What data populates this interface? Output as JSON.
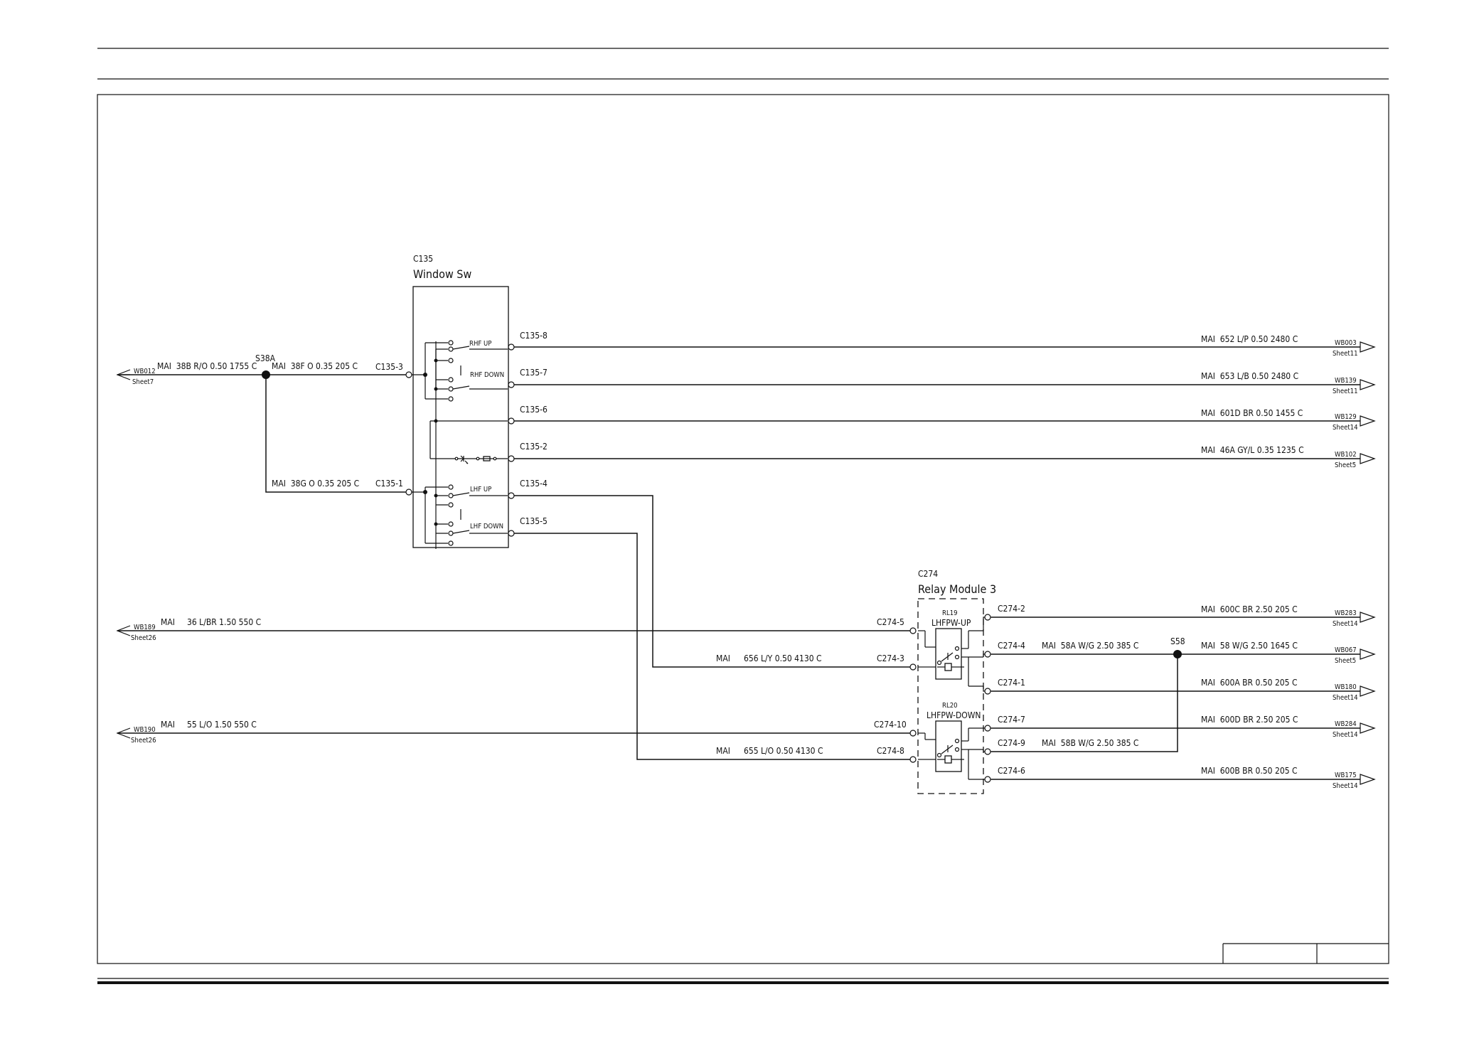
{
  "components": {
    "switch": {
      "ref": "C135",
      "name": "Window Sw"
    },
    "relay_module": {
      "ref": "C274",
      "name": "Relay Module 3"
    },
    "relay1": {
      "ref": "RL19",
      "name": "LHFPW-UP"
    },
    "relay2": {
      "ref": "RL20",
      "name": "LHFPW-DOWN"
    }
  },
  "switch_labels": {
    "rhf_up": "RHF UP",
    "rhf_down": "RHF DOWN",
    "lhf_up": "LHF UP",
    "lhf_down": "LHF DOWN"
  },
  "splices": {
    "s38a": "S38A",
    "s58": "S58"
  },
  "pins": {
    "c135_3": "C135-3",
    "c135_1": "C135-1",
    "c135_8": "C135-8",
    "c135_7": "C135-7",
    "c135_6": "C135-6",
    "c135_2": "C135-2",
    "c135_4": "C135-4",
    "c135_5": "C135-5",
    "c274_5": "C274-5",
    "c274_3": "C274-3",
    "c274_10": "C274-10",
    "c274_8": "C274-8",
    "c274_2": "C274-2",
    "c274_4": "C274-4",
    "c274_1": "C274-1",
    "c274_7": "C274-7",
    "c274_9": "C274-9",
    "c274_6": "C274-6"
  },
  "wires": {
    "w38b": "MAI  38B R/O 0.50 1755 C",
    "w38f": "MAI  38F O 0.35 205 C",
    "w38g": "MAI  38G O 0.35 205 C",
    "w652": "MAI  652 L/P 0.50 2480 C",
    "w653": "MAI  653 L/B 0.50 2480 C",
    "w601d": "MAI  601D BR 0.50 1455 C",
    "w46a": "MAI  46A GY/L 0.35 1235 C",
    "w36": "MAI     36 L/BR 1.50 550 C",
    "w656_mai": "MAI",
    "w656": "656 L/Y 0.50 4130 C",
    "w55": "MAI     55 L/O 1.50 550 C",
    "w655_mai": "MAI",
    "w655": "655 L/O 0.50 4130 C",
    "w600c": "MAI  600C BR 2.50 205 C",
    "w58a": "MAI  58A W/G 2.50 385 C",
    "w58": "MAI  58 W/G 2.50 1645 C",
    "w600a": "MAI  600A BR 0.50 205 C",
    "w600d": "MAI  600D BR 2.50 205 C",
    "w58b": "MAI  58B W/G 2.50 385 C",
    "w600b": "MAI  600B BR 0.50 205 C"
  },
  "offpage": {
    "wb012": {
      "code": "WB012",
      "sheet": "Sheet7"
    },
    "wb189": {
      "code": "WB189",
      "sheet": "Sheet26"
    },
    "wb190": {
      "code": "WB190",
      "sheet": "Sheet26"
    },
    "wb003": {
      "code": "WB003",
      "sheet": "Sheet11"
    },
    "wb139": {
      "code": "WB139",
      "sheet": "Sheet11"
    },
    "wb129": {
      "code": "WB129",
      "sheet": "Sheet14"
    },
    "wb102": {
      "code": "WB102",
      "sheet": "Sheet5"
    },
    "wb283": {
      "code": "WB283",
      "sheet": "Sheet14"
    },
    "wb067": {
      "code": "WB067",
      "sheet": "Sheet5"
    },
    "wb180": {
      "code": "WB180",
      "sheet": "Sheet14"
    },
    "wb284": {
      "code": "WB284",
      "sheet": "Sheet14"
    },
    "wb175": {
      "code": "WB175",
      "sheet": "Sheet14"
    }
  }
}
